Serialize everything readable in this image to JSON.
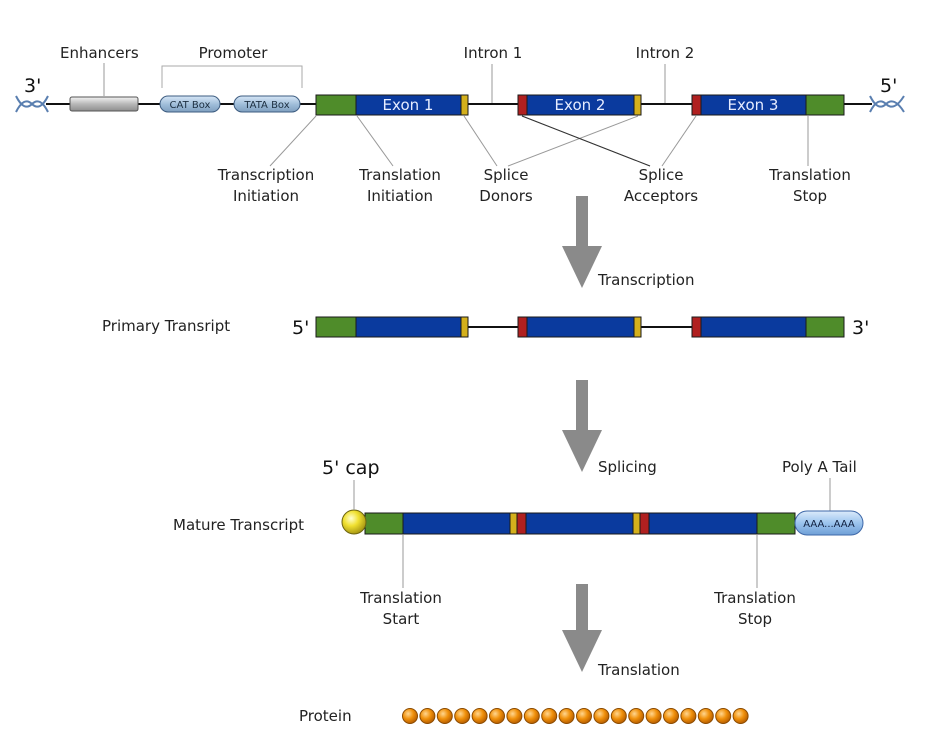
{
  "gene": {
    "left_end": "3'",
    "right_end": "5'",
    "enhancers": "Enhancers",
    "promoter": "Promoter",
    "cat_box": "CAT Box",
    "tata_box": "TATA Box",
    "exons": [
      "Exon 1",
      "Exon 2",
      "Exon 3"
    ],
    "introns": [
      "Intron 1",
      "Intron 2"
    ]
  },
  "annotations": {
    "transcription_initiation": [
      "Transcription",
      "Initiation"
    ],
    "translation_initiation": [
      "Translation",
      "Initiation"
    ],
    "splice_donors": [
      "Splice",
      "Donors"
    ],
    "splice_acceptors": [
      "Splice",
      "Acceptors"
    ],
    "translation_stop": [
      "Translation",
      "Stop"
    ]
  },
  "steps": {
    "transcription": "Transcription",
    "splicing": "Splicing",
    "translation": "Translation"
  },
  "primary": {
    "label": "Primary Transript",
    "left_end": "5'",
    "right_end": "3'"
  },
  "mature": {
    "label": "Mature Transcript",
    "cap": "5' cap",
    "poly_a_label": "Poly A Tail",
    "poly_a_seq": "AAA...AAA",
    "translation_start": [
      "Translation",
      "Start"
    ],
    "translation_stop": [
      "Translation",
      "Stop"
    ]
  },
  "protein": {
    "label": "Protein",
    "residues": 20
  },
  "colors": {
    "exon": "#0a3a9e",
    "utr": "#4f8c2a",
    "donor": "#d4b01c",
    "acceptor": "#b02020",
    "arrow": "#8a8a8a",
    "amino_acid": "#f0900a",
    "cap": "#f0e030",
    "poly_a": "#9cc4ee",
    "dna_helix": "#5a7fb0"
  }
}
